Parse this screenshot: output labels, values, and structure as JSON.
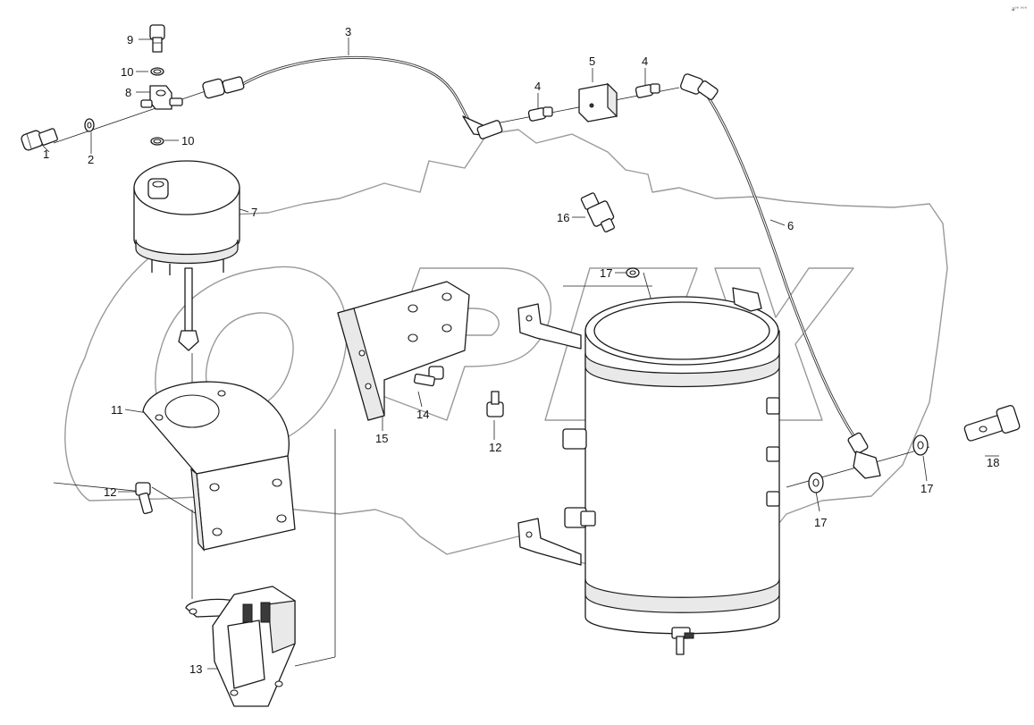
{
  "diagram": {
    "corner_mark": "a°° °°°",
    "watermark_text": "OPEX",
    "callouts": [
      "1",
      "2",
      "3",
      "4",
      "4",
      "5",
      "6",
      "7",
      "8",
      "9",
      "10",
      "10",
      "11",
      "12",
      "12",
      "13",
      "14",
      "15",
      "16",
      "17",
      "17",
      "17",
      "18"
    ]
  }
}
